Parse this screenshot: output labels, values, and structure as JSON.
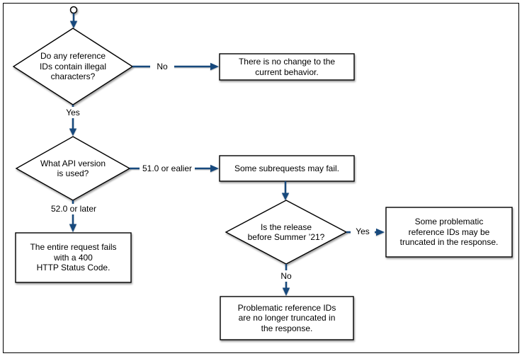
{
  "diagram": {
    "type": "flowchart",
    "nodes": {
      "decision_illegal_chars": {
        "shape": "diamond",
        "text": "Do any reference\nIDs contain illegal\ncharacters?"
      },
      "outcome_no_change": {
        "shape": "rect",
        "text": "There is no change to the\ncurrent behavior."
      },
      "decision_api_version": {
        "shape": "diamond",
        "text": "What API version\nis used?"
      },
      "outcome_subrequests_fail": {
        "shape": "rect",
        "text": "Some subrequests may fail."
      },
      "outcome_request_fails": {
        "shape": "rect",
        "text": "The entire request fails\nwith a 400\nHTTP Status Code."
      },
      "decision_release": {
        "shape": "diamond",
        "text": "Is the release\nbefore Summer ’21?"
      },
      "outcome_truncated": {
        "shape": "rect",
        "text": "Some problematic\nreference IDs may be\ntruncated in the response."
      },
      "outcome_not_truncated": {
        "shape": "rect",
        "text": "Problematic reference IDs\nare no longer truncated in\nthe response."
      }
    },
    "edge_labels": {
      "illegal_no": "No",
      "illegal_yes": "Yes",
      "version_51_or_earlier": "51.0 or ealier",
      "version_52_or_later": "52.0 or later",
      "release_yes": "Yes",
      "release_no": "No"
    },
    "colors": {
      "connector": "#17497d",
      "shape_border": "#000000",
      "shape_fill": "#ffffff",
      "background": "#ffffff"
    }
  }
}
